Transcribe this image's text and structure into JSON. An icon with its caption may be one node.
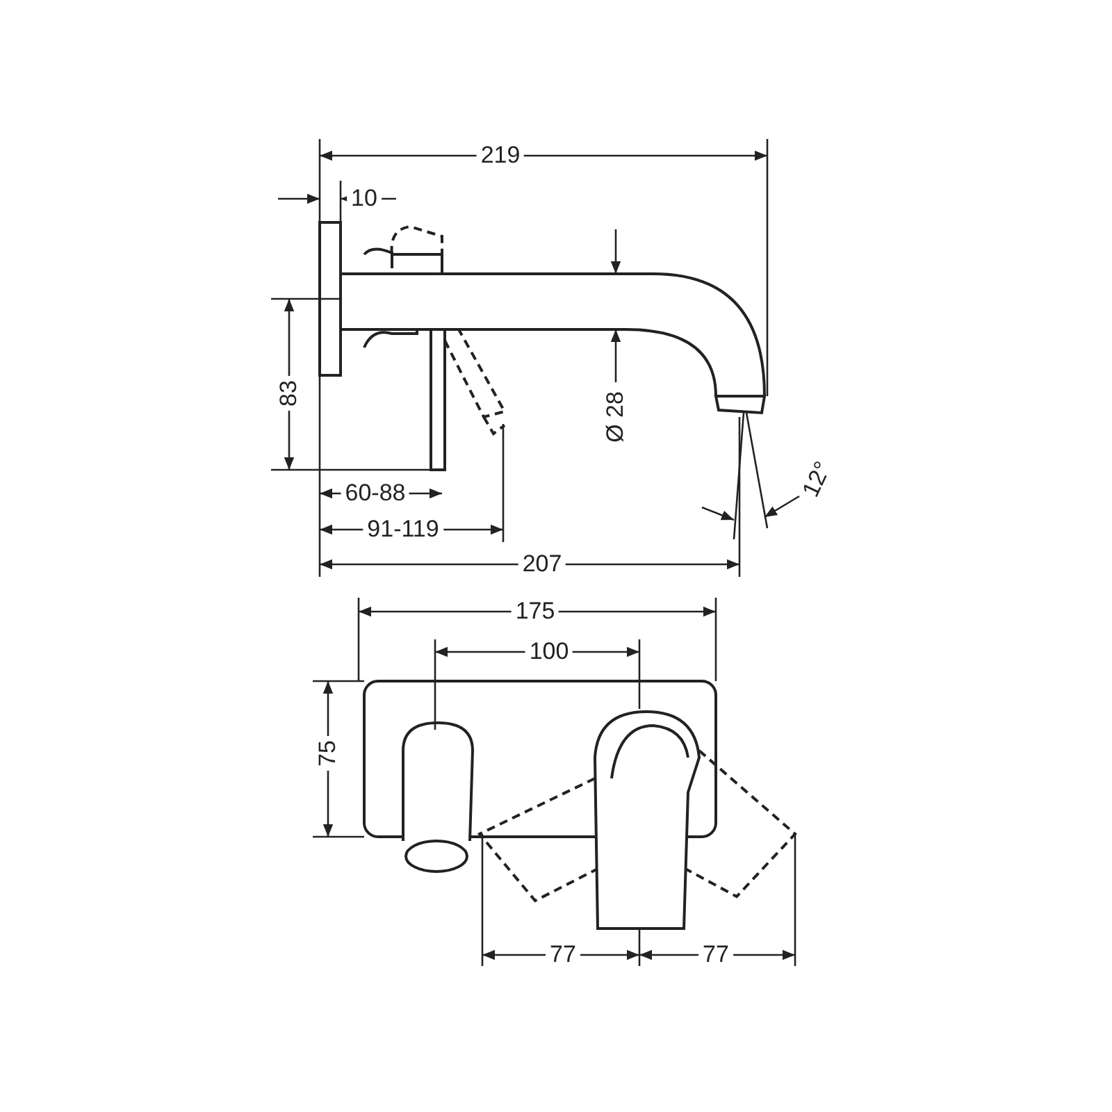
{
  "diagram": {
    "labels": [
      "219",
      "10",
      "83",
      "Ø 28",
      "12°",
      "60-88",
      "91-119",
      "207",
      "175",
      "100",
      "75",
      "77",
      "77"
    ]
  }
}
